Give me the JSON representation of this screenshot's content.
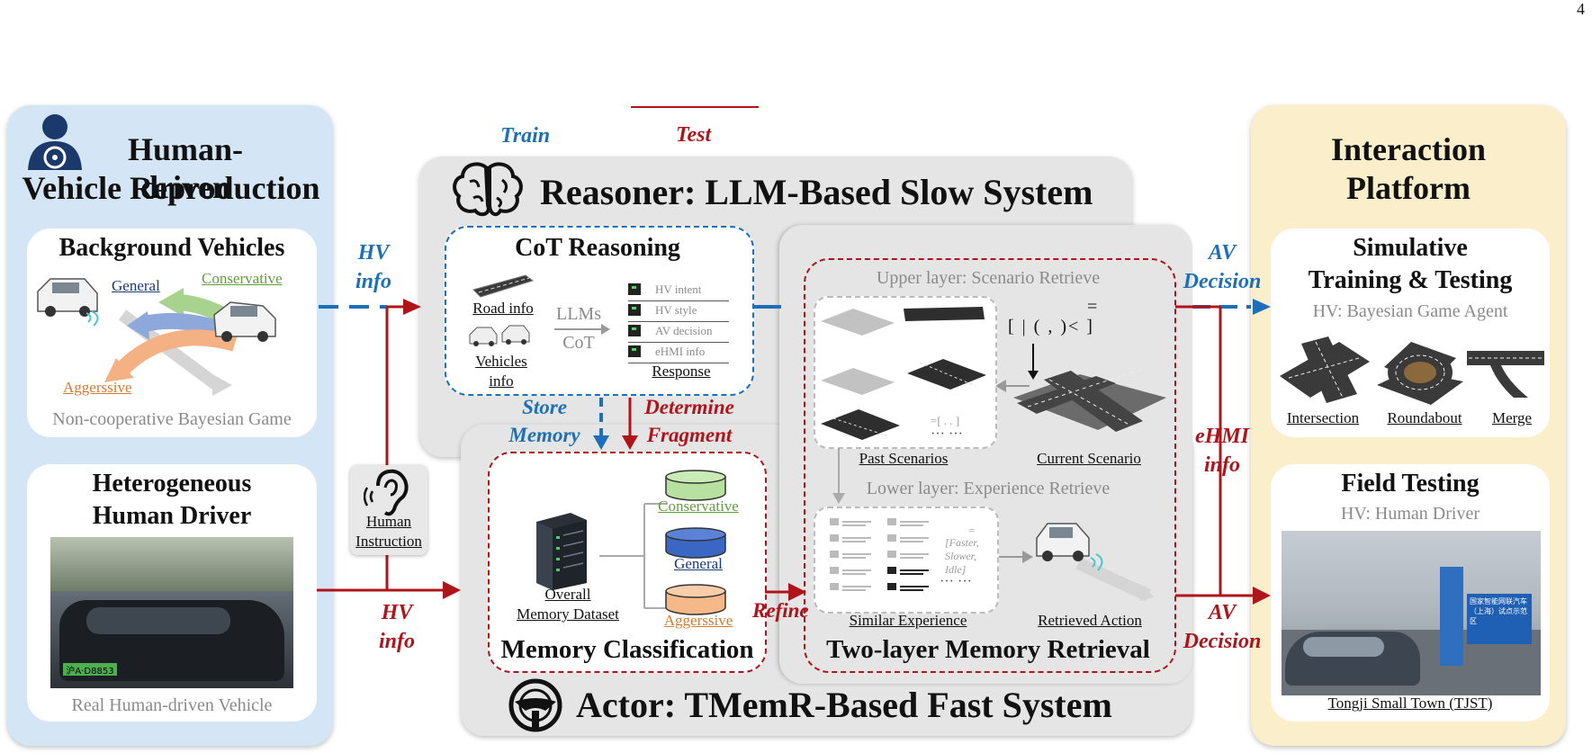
{
  "page_number": "4",
  "legend": {
    "train": "Train",
    "test": "Test",
    "train_color": "#1c6fb8",
    "test_color": "#b0141b"
  },
  "left_panel": {
    "title_line1": "Human-driven",
    "title_line2": "Vehicle Reproduction",
    "background": {
      "title": "Background Vehicles",
      "general": "General",
      "conservative": "Conservative",
      "aggressive": "Aggerssive",
      "caption": "Non-cooperative Bayesian Game"
    },
    "heterogeneous": {
      "title_line1": "Heterogeneous",
      "title_line2": "Human Driver",
      "plate": "沪A·D8853",
      "caption": "Real Human-driven Vehicle"
    }
  },
  "arrows": {
    "hv_info_top": [
      "HV",
      "info"
    ],
    "hv_info_bottom": [
      "HV",
      "info"
    ],
    "human_instruction": [
      "Human",
      "Instruction"
    ],
    "av_decision_top": [
      "AV",
      "Decision"
    ],
    "ehmi_info": [
      "eHMI",
      "info"
    ],
    "av_decision_bottom": [
      "AV",
      "Decision"
    ],
    "store_memory": [
      "Store",
      "Memory"
    ],
    "determine_fragment": [
      "Determine",
      "Fragment"
    ],
    "refine": "Refine"
  },
  "reasoner": {
    "title": "Reasoner: LLM-Based Slow System",
    "cot": {
      "title": "CoT Reasoning",
      "road_info": "Road info",
      "vehicles_info": [
        "Vehicles",
        "info"
      ],
      "llms": "LLMs",
      "cot": "CoT",
      "responses": [
        "HV intent",
        "HV style",
        "AV decision",
        "eHMI info"
      ],
      "response_label": "Response"
    }
  },
  "retrieval": {
    "title": "Two-layer Memory Retrieval",
    "upper_layer": "Upper layer: Scenario Retrieve",
    "equation_eq": "=",
    "equation_main": "[ | ( , )< ]",
    "past_scenarios": "Past Scenarios",
    "past_eq": "=[ . . ]",
    "past_dots": "··· ···",
    "current_scenario": "Current Scenario",
    "lower_layer": "Lower layer: Experience Retrieve",
    "exp_eq": "=",
    "exp_list": "[Faster, Slower, Idle]",
    "exp_dots": "··· ···",
    "similar_experience": "Similar Experience",
    "retrieved_action": "Retrieved Action"
  },
  "actor": {
    "title": "Actor: TMemR-Based Fast System",
    "memory_classification": {
      "title": "Memory Classification",
      "overall": [
        "Overall",
        "Memory Dataset"
      ],
      "conservative": "Conservative",
      "general": "General",
      "aggressive": "Aggerssive"
    }
  },
  "right_panel": {
    "title_line1": "Interaction",
    "title_line2": "Platform",
    "simulative": {
      "title_line1": "Simulative",
      "title_line2": "Training & Testing",
      "subtitle": "HV: Bayesian Game Agent",
      "intersection": "Intersection",
      "roundabout": "Roundabout",
      "merge": "Merge"
    },
    "field": {
      "title": "Field Testing",
      "subtitle": "HV: Human Driver",
      "sign_text": "国家智能网联汽车（上海）试点示范区",
      "caption": "Tongji Small Town (TJST)"
    }
  }
}
